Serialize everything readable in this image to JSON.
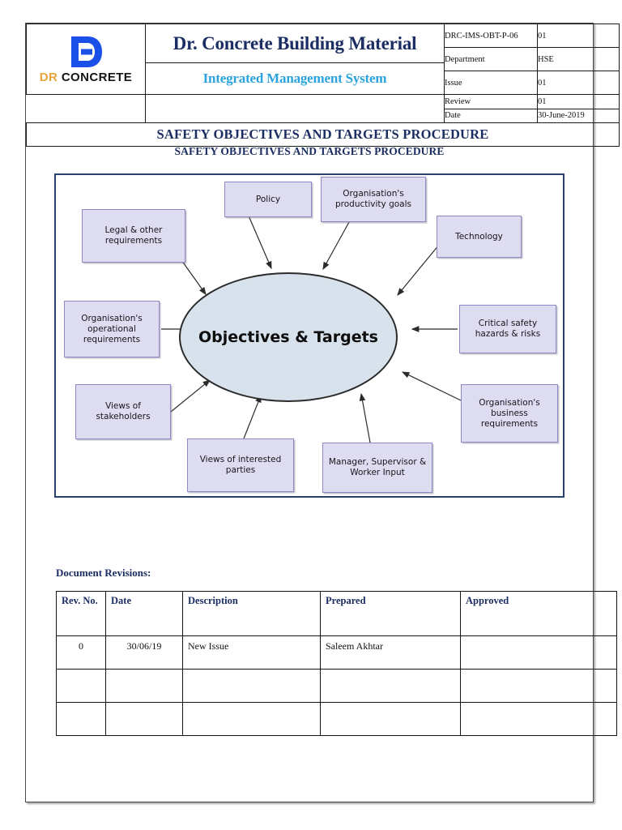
{
  "header": {
    "logo": {
      "mark": "dr-concrete-d-logo",
      "word_first": "DR",
      "word_second": "CONCRETE"
    },
    "company_name": "Dr. Concrete Building Material",
    "system_name": "Integrated Management System",
    "meta": [
      {
        "key": "DRC-IMS-OBT-P-06",
        "value": "01"
      },
      {
        "key": "Department",
        "value": "HSE"
      },
      {
        "key": "Issue",
        "value": "01"
      },
      {
        "key": "Review",
        "value": "01"
      },
      {
        "key": "Date",
        "value": "30-June-2019"
      }
    ],
    "document_title": "SAFETY OBJECTIVES AND TARGETS PROCEDURE"
  },
  "body": {
    "section_title": "SAFETY OBJECTIVES AND TARGETS PROCEDURE"
  },
  "diagram": {
    "center": "Objectives & Targets",
    "nodes": [
      {
        "id": "policy",
        "label": "Policy"
      },
      {
        "id": "productivity-goals",
        "label": "Organisation's productivity goals"
      },
      {
        "id": "technology",
        "label": "Technology"
      },
      {
        "id": "legal-requirements",
        "label": "Legal & other requirements"
      },
      {
        "id": "operational-requirements",
        "label": "Organisation's operational requirements"
      },
      {
        "id": "critical-safety-hazards",
        "label": "Critical safety hazards & risks"
      },
      {
        "id": "business-requirements",
        "label": "Organisation's business requirements"
      },
      {
        "id": "views-of-stakeholders",
        "label": "Views of stakeholders"
      },
      {
        "id": "views-of-interested-parties",
        "label": "Views of interested parties"
      },
      {
        "id": "manager-supervisor-worker-input",
        "label": "Manager, Supervisor & Worker Input"
      }
    ],
    "colors": {
      "box_fill": "#dedcf0",
      "box_border": "#8e89c4",
      "oval_fill": "#d7e2ec",
      "frame_border": "#27406e"
    }
  },
  "revisions": {
    "label": "Document Revisions:",
    "columns": [
      "Rev. No.",
      "Date",
      "Description",
      "Prepared",
      "Approved"
    ],
    "rows": [
      {
        "rev": "0",
        "date": "30/06/19",
        "description": "New Issue",
        "prepared": "Saleem Akhtar",
        "approved": ""
      },
      {
        "rev": "",
        "date": "",
        "description": "",
        "prepared": "",
        "approved": ""
      },
      {
        "rev": "",
        "date": "",
        "description": "",
        "prepared": "",
        "approved": ""
      }
    ]
  }
}
